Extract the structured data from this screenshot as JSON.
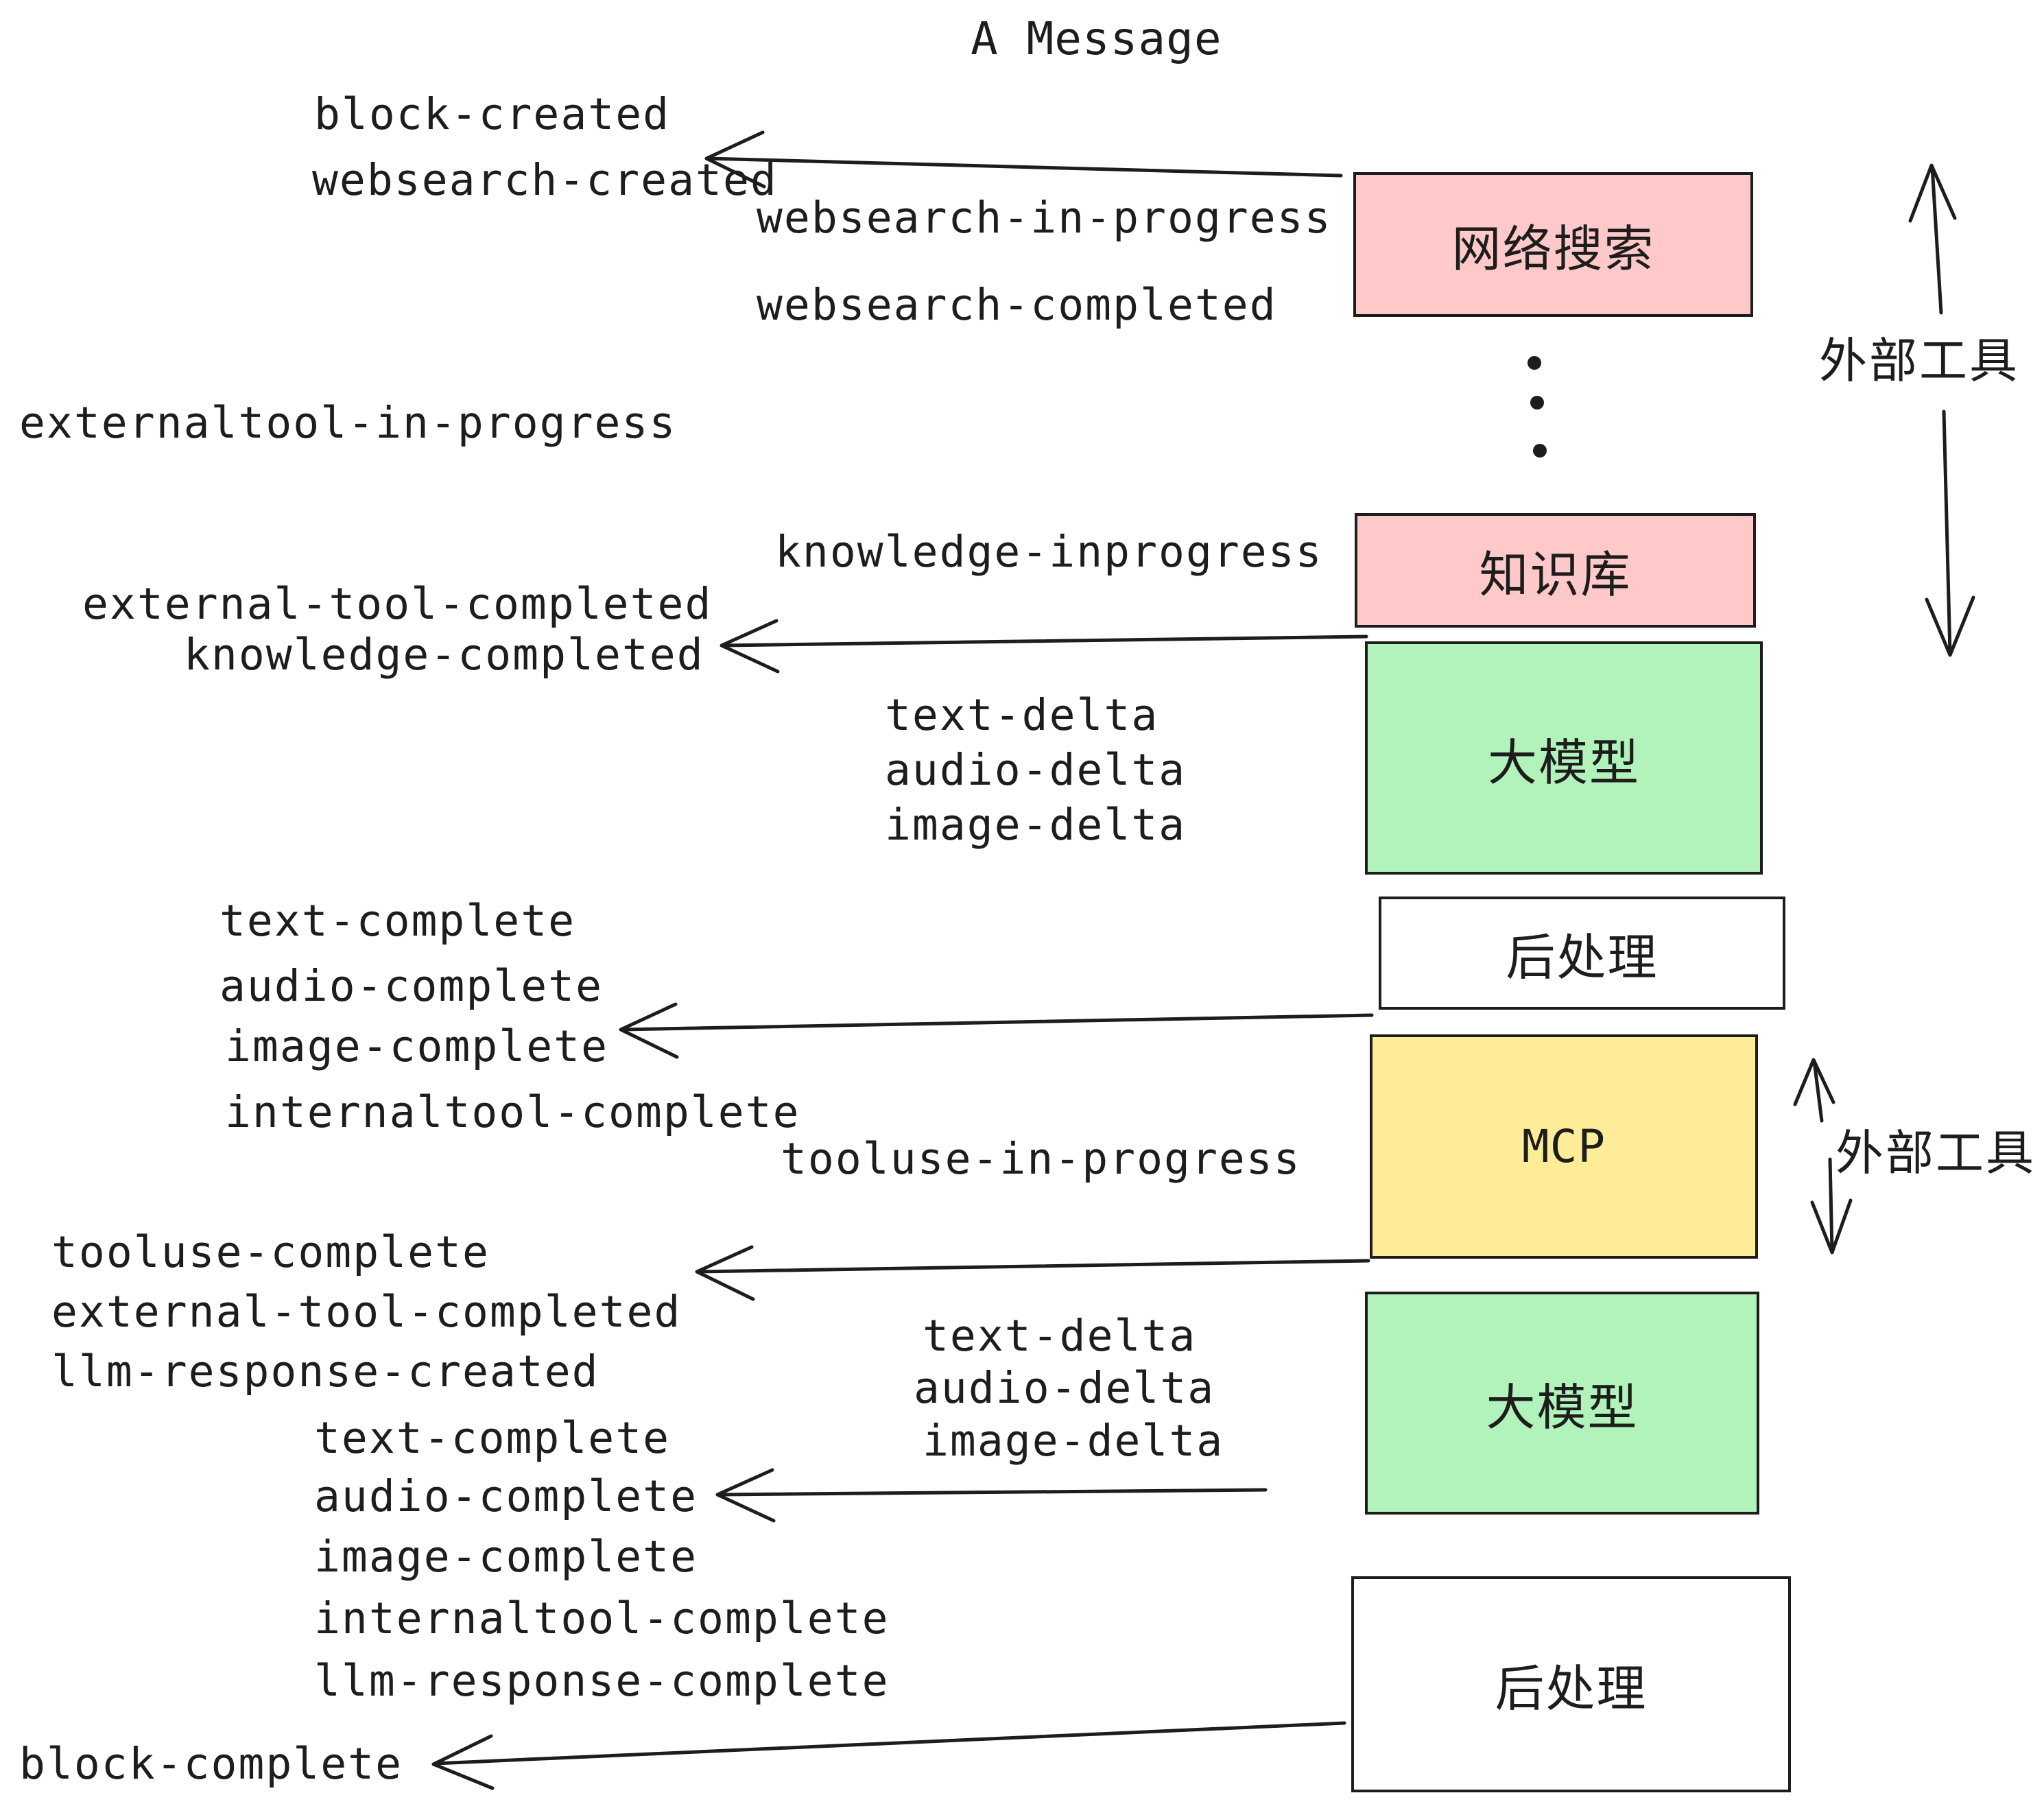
{
  "title": "A Message",
  "events": {
    "block_created": "block-created",
    "websearch_created": "websearch-created",
    "websearch_in_progress": "websearch-in-progress",
    "websearch_completed": "websearch-completed",
    "externaltool_in_progress": "externaltool-in-progress",
    "knowledge_inprogress": "knowledge-inprogress",
    "external_tool_completed": "external-tool-completed",
    "knowledge_completed": "knowledge-completed",
    "text_delta": "text-delta",
    "audio_delta": "audio-delta",
    "image_delta": "image-delta",
    "text_complete": "text-complete",
    "audio_complete": "audio-complete",
    "image_complete": "image-complete",
    "internaltool_complete": "internaltool-complete",
    "tooluse_in_progress": "tooluse-in-progress",
    "tooluse_complete": "tooluse-complete",
    "llm_response_created": "llm-response-created",
    "llm_response_complete": "llm-response-complete",
    "block_complete": "block-complete"
  },
  "nodes": {
    "websearch": {
      "label": "网络搜索",
      "fill": "#ffc9c9"
    },
    "knowledge": {
      "label": "知识库",
      "fill": "#ffc9c9"
    },
    "llm": {
      "label": "大模型",
      "fill": "#b2f2bb"
    },
    "post": {
      "label": "后处理",
      "fill": "#ffffff"
    },
    "mcp": {
      "label": "MCP",
      "fill": "#ffec99"
    }
  },
  "side_labels": {
    "external_tools": "外部工具"
  },
  "colors": {
    "ink": "#1d1d1d",
    "pink": "#ffc9c9",
    "green": "#b2f2bb",
    "yellow": "#ffec99",
    "white": "#ffffff",
    "background": "#ffffff"
  }
}
